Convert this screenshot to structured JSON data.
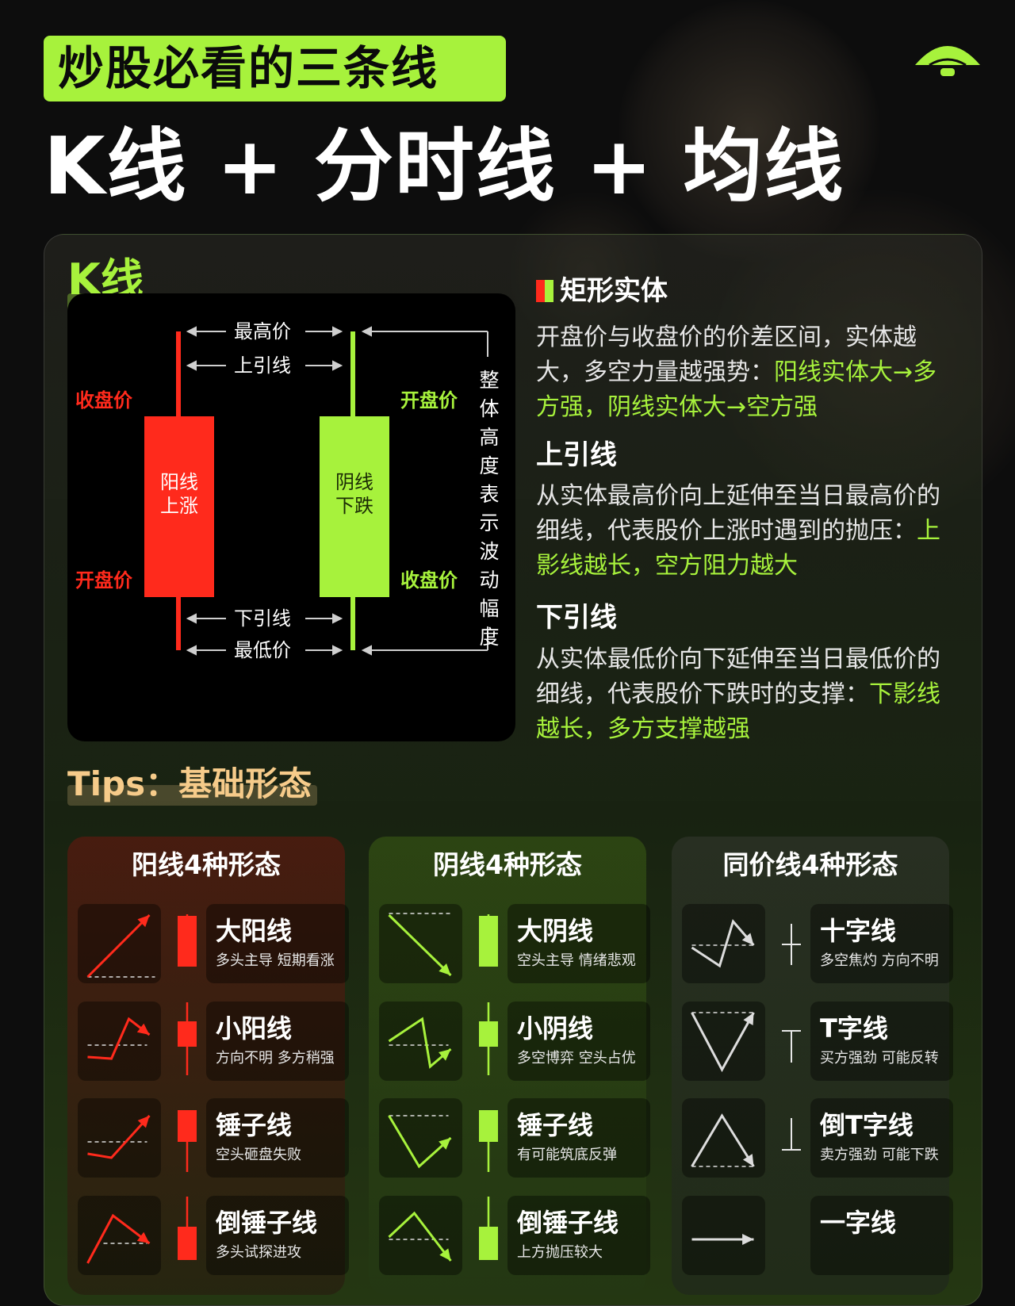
{
  "header": {
    "tag": "炒股必看的三条线",
    "title": "K线 + 分时线 + 均线"
  },
  "kline": {
    "label": "K线",
    "diagram": {
      "high_label": "最高价",
      "upper_shadow_label": "上引线",
      "lower_shadow_label": "下引线",
      "low_label": "最低价",
      "red_close": "收盘价",
      "red_open": "开盘价",
      "green_open": "开盘价",
      "green_close": "收盘价",
      "red_body_line1": "阳线",
      "red_body_line2": "上涨",
      "green_body_line1": "阴线",
      "green_body_line2": "下跌",
      "vertical_note": "整体高度表示波动幅度"
    },
    "sections": [
      {
        "title": "矩形实体",
        "body": "开盘价与收盘价的价差区间，实体越大，多空力量越强势：",
        "highlight": "阳线实体大→多方强，阴线实体大→空方强"
      },
      {
        "title": "上引线",
        "body": "从实体最高价向上延伸至当日最高价的细线，代表股价上涨时遇到的抛压：",
        "highlight": "上影线越长，空方阻力越大"
      },
      {
        "title": "下引线",
        "body": "从实体最低价向下延伸至当日最低价的细线，代表股价下跌时的支撑：",
        "highlight": "下影线越长，多方支撑越强"
      }
    ]
  },
  "tips": {
    "label": "Tips：基础形态"
  },
  "forms": [
    {
      "title": "阳线4种形态",
      "color": "#ff2a1c",
      "items": [
        {
          "name": "大阳线",
          "desc": "多头主导 短期看涨"
        },
        {
          "name": "小阳线",
          "desc": "方向不明 多方稍强"
        },
        {
          "name": "锤子线",
          "desc": "空头砸盘失败"
        },
        {
          "name": "倒锤子线",
          "desc": "多头试探进攻"
        }
      ]
    },
    {
      "title": "阴线4种形态",
      "color": "#a7f23c",
      "items": [
        {
          "name": "大阴线",
          "desc": "空头主导 情绪悲观"
        },
        {
          "name": "小阴线",
          "desc": "多空博弈 空头占优"
        },
        {
          "name": "锤子线",
          "desc": "有可能筑底反弹"
        },
        {
          "name": "倒锤子线",
          "desc": "上方抛压较大"
        }
      ]
    },
    {
      "title": "同价线4种形态",
      "color": "#dddddd",
      "items": [
        {
          "name": "十字线",
          "desc": "多空焦灼 方向不明"
        },
        {
          "name": "T字线",
          "desc": "买方强劲 可能反转"
        },
        {
          "name": "倒T字线",
          "desc": "卖方强劲 可能下跌"
        },
        {
          "name": "一字线",
          "desc": ""
        }
      ]
    }
  ]
}
